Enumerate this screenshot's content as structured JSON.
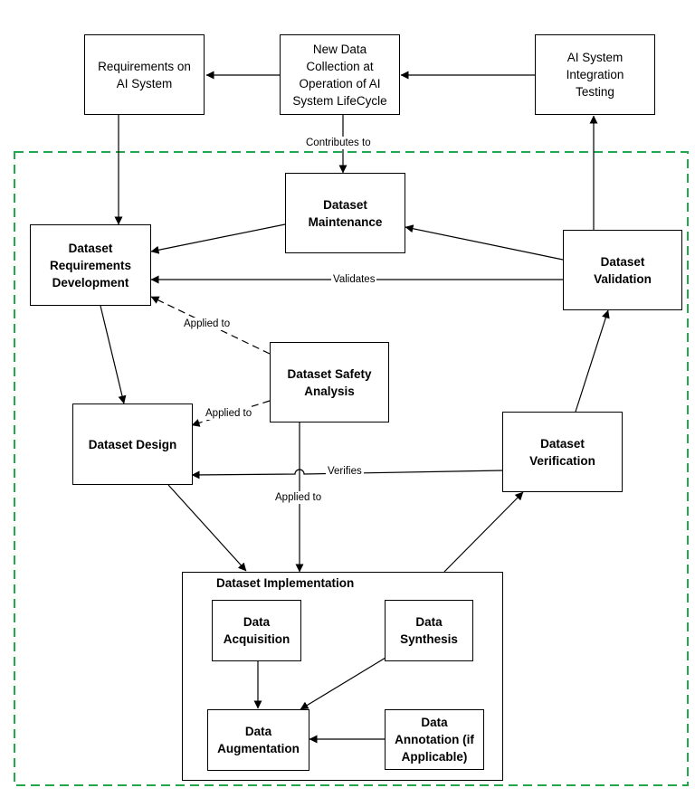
{
  "nodes": {
    "requirements_ai": "Requirements on\nAI System",
    "new_data_collection": "New Data\nCollection at\nOperation of AI\nSystem LifeCycle",
    "ai_integration_testing": "AI System\nIntegration\nTesting",
    "dataset_maintenance": "Dataset\nMaintenance",
    "dataset_requirements_development": "Dataset\nRequirements\nDevelopment",
    "dataset_validation": "Dataset\nValidation",
    "dataset_safety_analysis": "Dataset Safety\nAnalysis",
    "dataset_design": "Dataset Design",
    "dataset_verification": "Dataset\nVerification",
    "dataset_implementation": "Dataset Implementation",
    "data_acquisition": "Data\nAcquisition",
    "data_synthesis": "Data\nSynthesis",
    "data_augmentation": "Data\nAugmentation",
    "data_annotation": "Data\nAnnotation (if\nApplicable)"
  },
  "edge_labels": {
    "contributes_to": "Contributes to",
    "validates": "Validates",
    "applied_to_requirements": "Applied to",
    "applied_to_design": "Applied to",
    "applied_to_implementation": "Applied to",
    "verifies": "Verifies"
  },
  "colors": {
    "boundary": "#22a84a",
    "line": "#000000"
  }
}
